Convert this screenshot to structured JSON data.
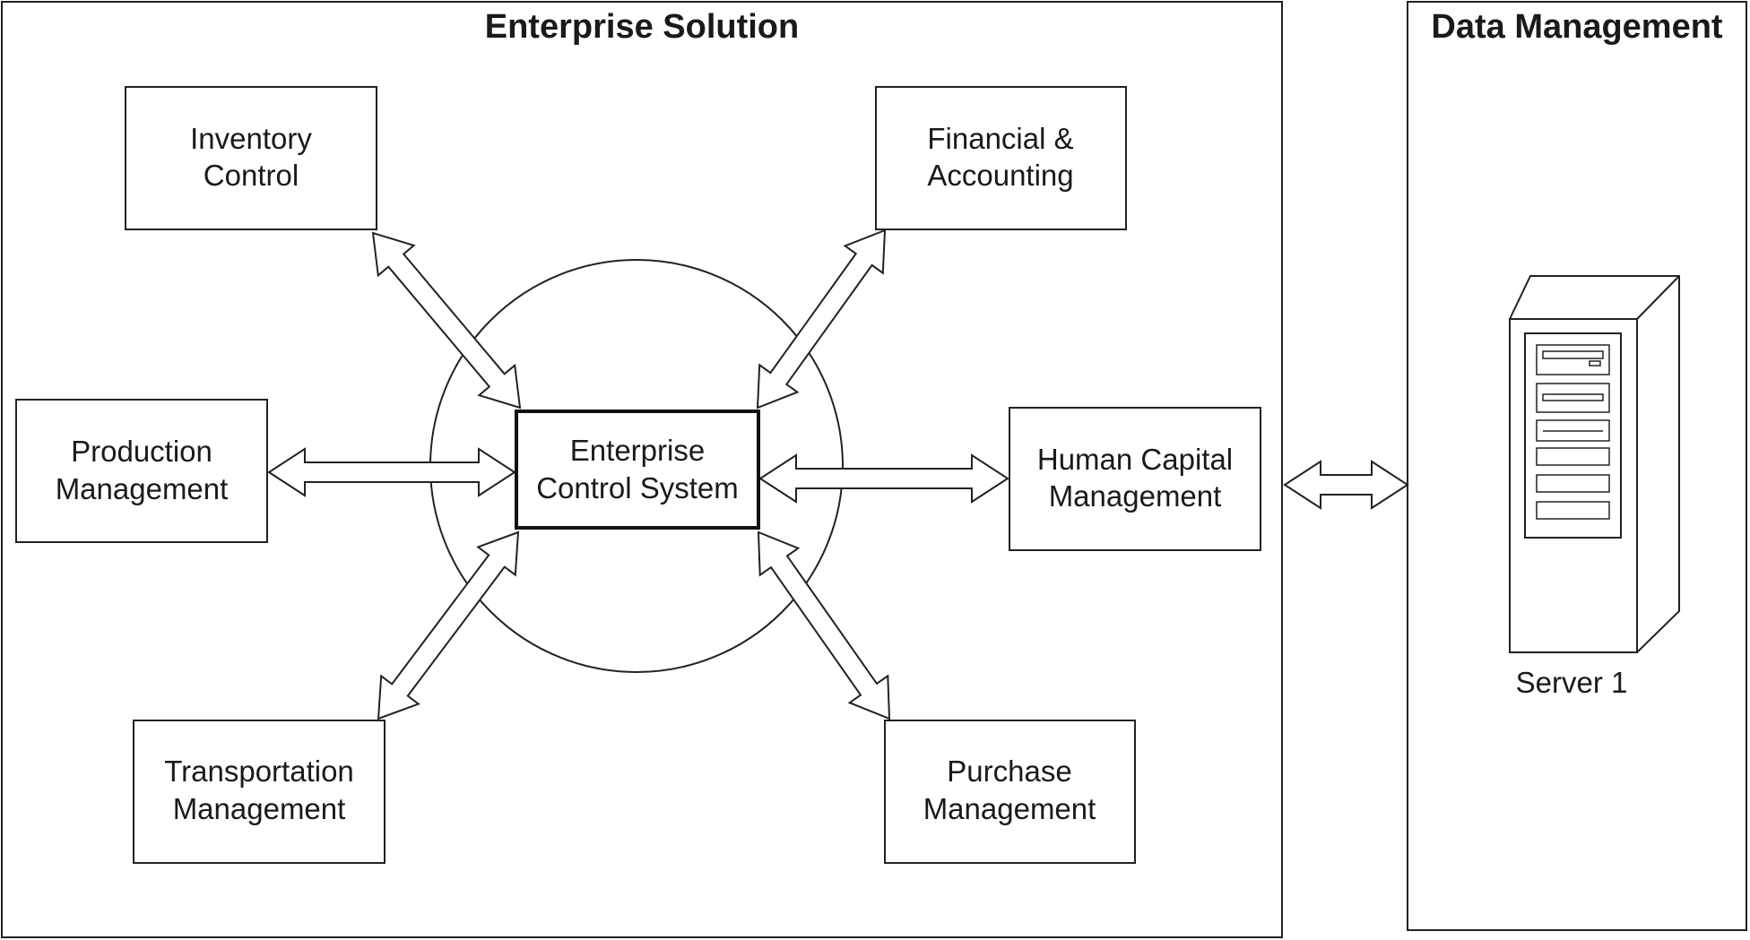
{
  "panels": {
    "enterprise": {
      "title": "Enterprise Solution"
    },
    "data": {
      "title": "Data Management"
    }
  },
  "modules": {
    "core": {
      "line1": "Enterprise",
      "line2": "Control System"
    },
    "inventory": {
      "line1": "Inventory",
      "line2": "Control"
    },
    "financial": {
      "line1": "Financial &",
      "line2": "Accounting"
    },
    "production": {
      "line1": "Production",
      "line2": "Management"
    },
    "human_capital": {
      "line1": "Human Capital",
      "line2": "Management"
    },
    "transportation": {
      "line1": "Transportation",
      "line2": "Management"
    },
    "purchase": {
      "line1": "Purchase",
      "line2": "Management"
    }
  },
  "server": {
    "label": "Server 1",
    "icon": "server-tower-icon"
  },
  "colors": {
    "stroke": "#222222",
    "background": "#ffffff",
    "text": "#1a1a1a"
  }
}
